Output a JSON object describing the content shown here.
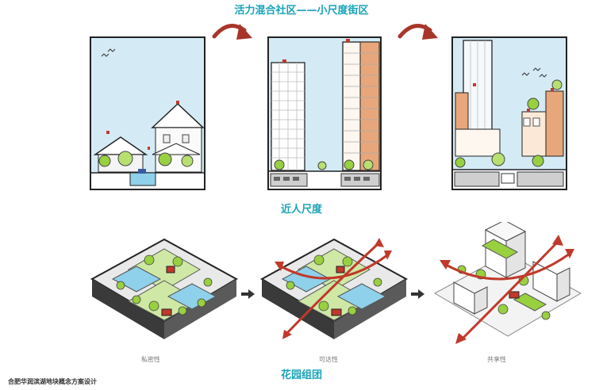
{
  "header": {
    "title": "活力混合社区——小尺度街区"
  },
  "section1": {
    "label": "近人尺度"
  },
  "section2": {
    "label": "花园组团"
  },
  "captions": {
    "left": "私密性",
    "middle": "可达性",
    "right": "共享性"
  },
  "footer": {
    "text": "合肥华润滨湖地块概念方案设计"
  },
  "colors": {
    "title_teal": "#19a3b8",
    "arrow_red": "#c0392b",
    "sky": "#d4ebf6",
    "green": "#98d040",
    "pool": "#8fd0ea"
  }
}
